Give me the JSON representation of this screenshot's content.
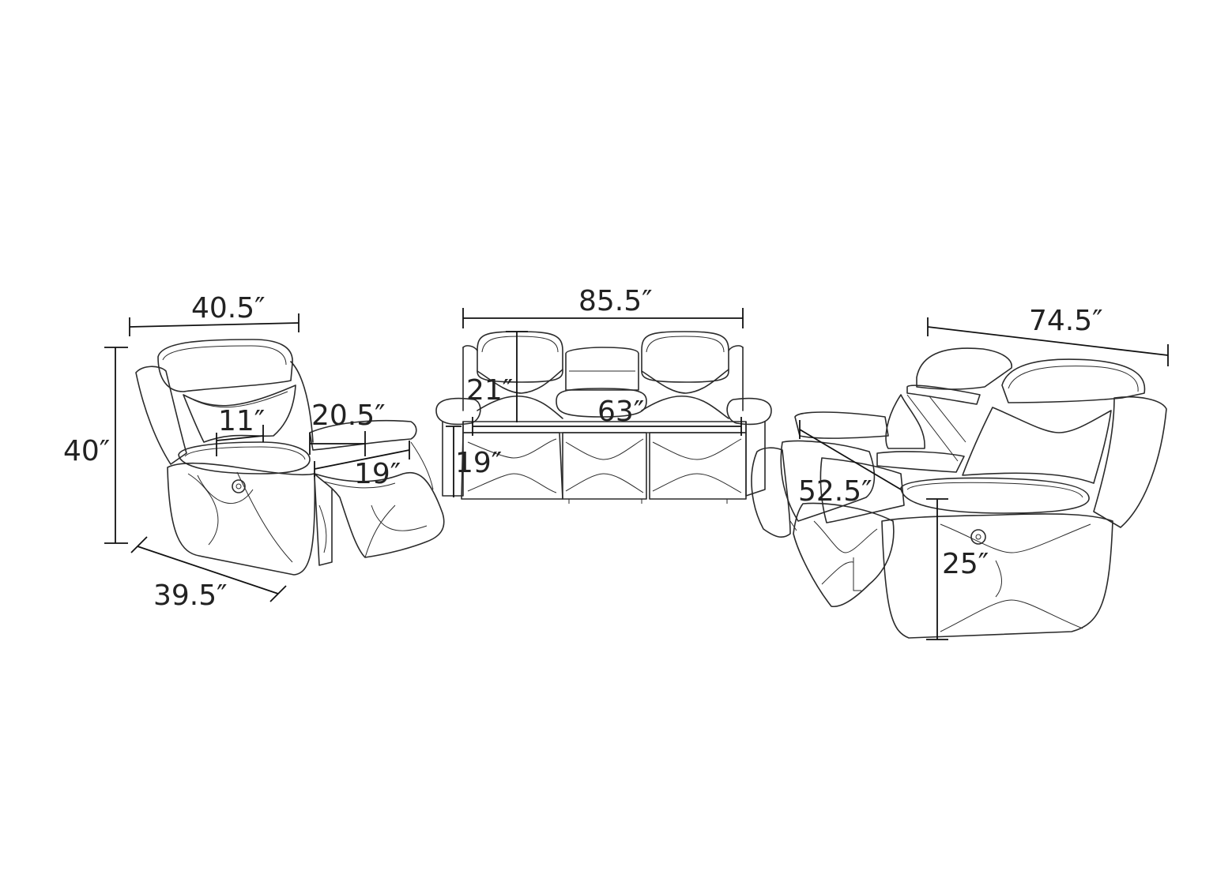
{
  "labels": {
    "chair_width": "40.5″",
    "chair_height": "40″",
    "chair_depth": "39.5″",
    "chair_seat_back_width": "11″",
    "chair_seat_depth": "20.5″",
    "chair_seat_height": "19″",
    "sofa_width": "85.5″",
    "sofa_back_height": "21″",
    "sofa_seat_width": "63″",
    "sofa_seat_height": "19″",
    "loveseat_width": "74.5″",
    "loveseat_extended_depth": "52.5″",
    "loveseat_arm_height": "25″"
  }
}
